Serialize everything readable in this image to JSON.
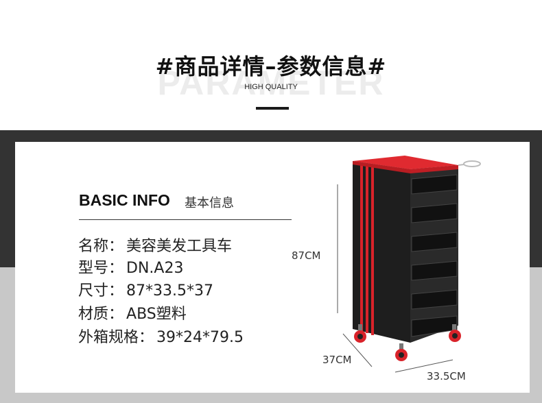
{
  "header": {
    "title": "#商品详情–参数信息#",
    "watermark": "PARAMETER",
    "subtitle": "HIGH QUALITY"
  },
  "info": {
    "heading": "BASIC INFO",
    "heading_cn": "基本信息",
    "specs": [
      {
        "label": "名称：",
        "value": "美容美发工具车"
      },
      {
        "label": "型号：",
        "value": "DN.A23"
      },
      {
        "label": "尺寸：",
        "value": "87*33.5*37"
      },
      {
        "label": "材质：",
        "value": "ABS塑料"
      },
      {
        "label": "外箱规格：",
        "value": "39*24*79.5"
      }
    ]
  },
  "dimensions": {
    "height": "87CM",
    "depth": "37CM",
    "width": "33.5CM"
  },
  "colors": {
    "accent": "#d9232a",
    "body": "#1e1e1e",
    "band_dark": "#333333",
    "band_light": "#c8c8c8"
  }
}
